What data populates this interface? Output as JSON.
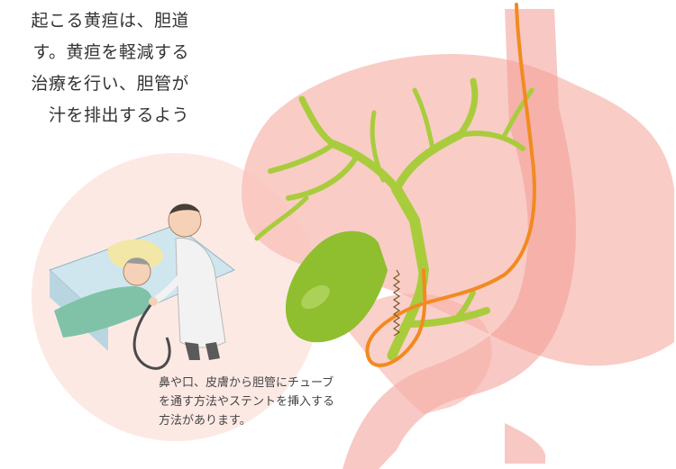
{
  "intro_text": {
    "lines": [
      "起こる黄疸は、胆道",
      "す。黄疸を軽減する",
      "治療を行い、胆管が",
      "汁を排出するよう"
    ]
  },
  "caption": {
    "lines": [
      "鼻や口、皮膚から胆管にチューブ",
      "を通す方法やステントを挿入する",
      "方法があります。"
    ]
  },
  "colors": {
    "background": "#ffffff",
    "organ_pink": "#f7b8b2",
    "organ_pink_dark": "#ef9c95",
    "bile_duct_green": "#a5c93a",
    "gallbladder_green": "#8fbd2f",
    "tube_orange": "#f08a1c",
    "circle_bg": "#fde6e1",
    "text": "#333333"
  },
  "icons": {
    "illustration": "biliary-drainage-illustration",
    "scene": "doctor-patient-endoscopy-scene"
  }
}
